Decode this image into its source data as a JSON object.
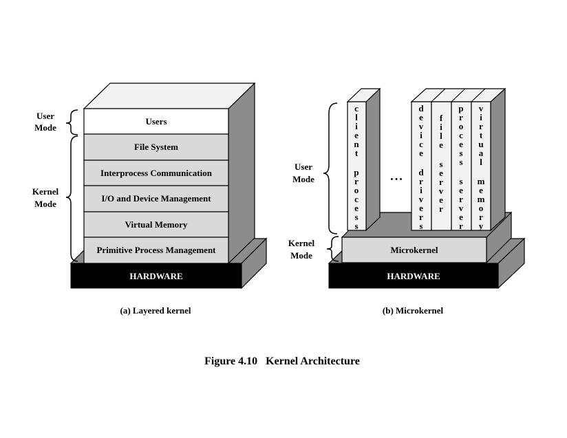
{
  "colors": {
    "layer_fill": "#d9d9d9",
    "side_fill": "#8c8c8c",
    "top_fill": "#f2f2f2",
    "hardware_fill": "#000000",
    "hardware_text": "#ffffff",
    "outline": "#000000"
  },
  "layered": {
    "layers": [
      "Users",
      "File System",
      "Interprocess Communication",
      "I/O and Device Management",
      "Virtual Memory",
      "Primitive Process Management"
    ],
    "hardware": "HARDWARE",
    "user_mode_label": [
      "User",
      "Mode"
    ],
    "kernel_mode_label": [
      "Kernel",
      "Mode"
    ],
    "caption": "(a) Layered kernel"
  },
  "micro": {
    "columns": [
      "client process",
      "device drivers",
      "file server",
      "process server",
      "virtual memory"
    ],
    "ellipsis": "• • •",
    "microkernel": "Microkernel",
    "hardware": "HARDWARE",
    "user_mode_label": [
      "User",
      "Mode"
    ],
    "kernel_mode_label": [
      "Kernel",
      "Mode"
    ],
    "caption": "(b) Microkernel"
  },
  "figure_title": "Figure 4.10   Kernel Architecture"
}
